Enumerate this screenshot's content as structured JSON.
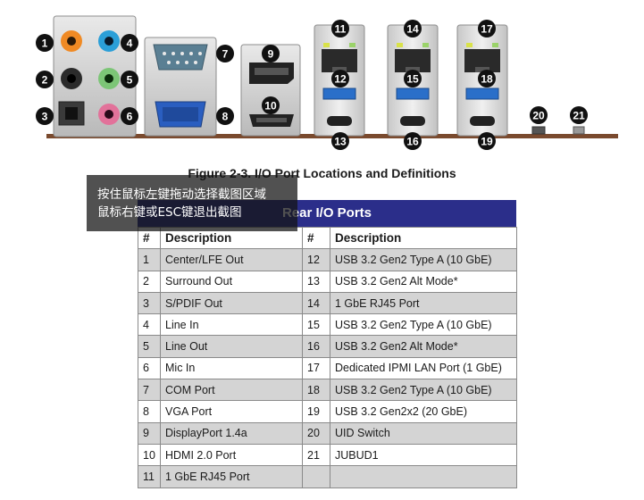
{
  "figure": {
    "caption": "Figure 2-3. I/O Port Locations and Definitions",
    "callouts": [
      "1",
      "2",
      "3",
      "4",
      "5",
      "6",
      "7",
      "8",
      "9",
      "10",
      "11",
      "12",
      "13",
      "14",
      "15",
      "16",
      "17",
      "18",
      "19",
      "20",
      "21"
    ]
  },
  "table": {
    "title": "Rear I/O Ports",
    "headers": [
      "#",
      "Description",
      "#",
      "Description"
    ],
    "rows": [
      {
        "n1": "1",
        "d1": "Center/LFE Out",
        "n2": "12",
        "d2": "USB 3.2 Gen2 Type A (10 GbE)"
      },
      {
        "n1": "2",
        "d1": "Surround Out",
        "n2": "13",
        "d2": "USB 3.2 Gen2 Alt Mode*"
      },
      {
        "n1": "3",
        "d1": "S/PDIF Out",
        "n2": "14",
        "d2": "1 GbE RJ45 Port"
      },
      {
        "n1": "4",
        "d1": "Line In",
        "n2": "15",
        "d2": "USB 3.2 Gen2 Type A (10 GbE)"
      },
      {
        "n1": "5",
        "d1": "Line Out",
        "n2": "16",
        "d2": "USB 3.2 Gen2 Alt Mode*"
      },
      {
        "n1": "6",
        "d1": "Mic In",
        "n2": "17",
        "d2": "Dedicated IPMI LAN Port (1 GbE)"
      },
      {
        "n1": "7",
        "d1": "COM Port",
        "n2": "18",
        "d2": "USB 3.2 Gen2 Type A (10 GbE)"
      },
      {
        "n1": "8",
        "d1": "VGA Port",
        "n2": "19",
        "d2": "USB 3.2 Gen2x2 (20 GbE)"
      },
      {
        "n1": "9",
        "d1": "DisplayPort 1.4a",
        "n2": "20",
        "d2": "UID Switch"
      },
      {
        "n1": "10",
        "d1": "HDMI 2.0 Port",
        "n2": "21",
        "d2": "JUBUD1"
      },
      {
        "n1": "11",
        "d1": "1 GbE RJ45 Port",
        "n2": "",
        "d2": ""
      }
    ]
  },
  "overlay": {
    "line1": "按住鼠标左键拖动选择截图区域",
    "line2": "鼠标右键或ESC键退出截图"
  },
  "colors": {
    "title_bar": "#2b2e8a",
    "shaded_row": "#d4d4d4",
    "board_edge": "#7a4a2e",
    "callout_fill": "#111111",
    "usb_blue": "#2a6fc9",
    "audio_orange": "#f08a24",
    "audio_blue": "#2b9fd8",
    "audio_green": "#7cc576",
    "audio_pink": "#e2729a"
  }
}
